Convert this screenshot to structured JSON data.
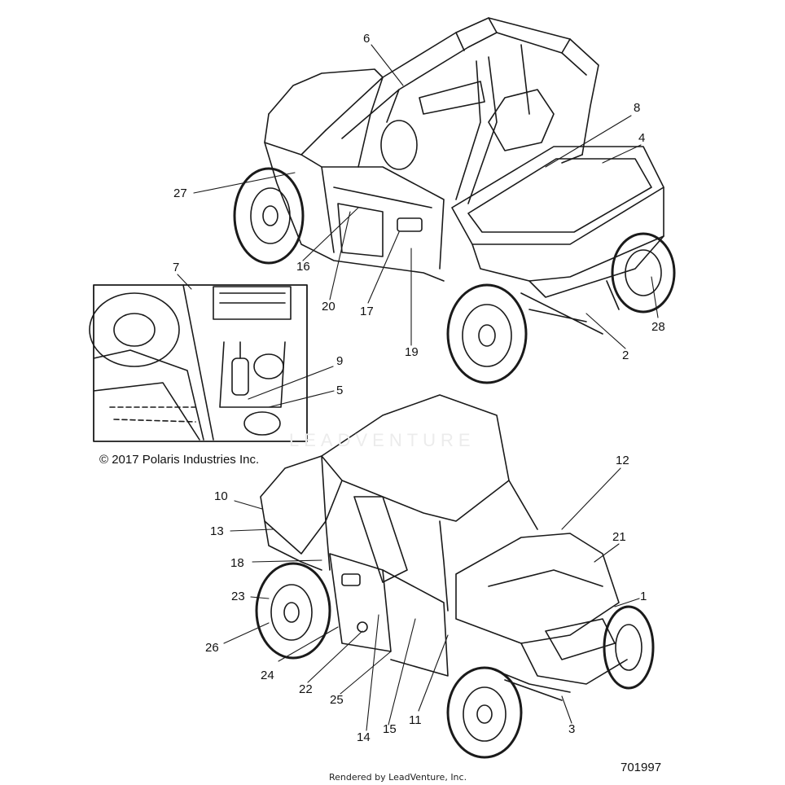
{
  "copyright": "© 2017 Polaris Industries Inc.",
  "part_number": "701997",
  "rendered_by": "Rendered by LeadVenture, Inc.",
  "watermark": "LEADVENTURE",
  "callouts": {
    "c1": "1",
    "c2": "2",
    "c3": "3",
    "c4": "4",
    "c5": "5",
    "c6": "6",
    "c7": "7",
    "c8": "8",
    "c9": "9",
    "c10": "10",
    "c11": "11",
    "c12": "12",
    "c13": "13",
    "c14": "14",
    "c15": "15",
    "c16": "16",
    "c17": "17",
    "c18": "18",
    "c19": "19",
    "c20": "20",
    "c21": "21",
    "c22": "22",
    "c23": "23",
    "c24": "24",
    "c25": "25",
    "c26": "26",
    "c27": "27",
    "c28": "28"
  }
}
